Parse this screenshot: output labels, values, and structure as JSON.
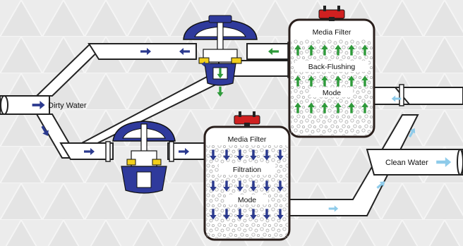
{
  "colors": {
    "background": "#ececec",
    "pipe_fill": "#ffffff",
    "pipe_outline": "#222222",
    "tank_outline": "#2a1f1c",
    "dirty_flow": "#2b3a8f",
    "clean_flow": "#8ecbea",
    "backflush_flow": "#2e9a3a",
    "valve_body": "#2f3a9c",
    "valve_accent": "#f2cf1c",
    "tank_cap": "#d02020",
    "media_grain": "#9a9a9a"
  },
  "labels": {
    "dirty_water": "Dirty Water",
    "clean_water": "Clean Water"
  },
  "filters": {
    "top": {
      "title": "Media Filter",
      "mode_name": "Back-Flushing",
      "mode_word": "Mode",
      "flow_direction": "up",
      "arrow_icon": "arrow-up-icon"
    },
    "bottom": {
      "title": "Media Filter",
      "mode_name": "Filtration",
      "mode_word": "Mode",
      "flow_direction": "down",
      "arrow_icon": "arrow-down-icon"
    }
  },
  "valves": {
    "top": {
      "state": "back-flushing",
      "drain_flow": "open"
    },
    "bottom": {
      "state": "filtration",
      "drain_flow": "closed"
    }
  },
  "icons": {
    "inlet_arrow": "arrow-right-icon",
    "outlet_arrow": "arrow-right-icon",
    "drain_arrow": "arrow-down-icon",
    "tank_cap": "tank-cap-icon",
    "valve": "valve-icon"
  }
}
